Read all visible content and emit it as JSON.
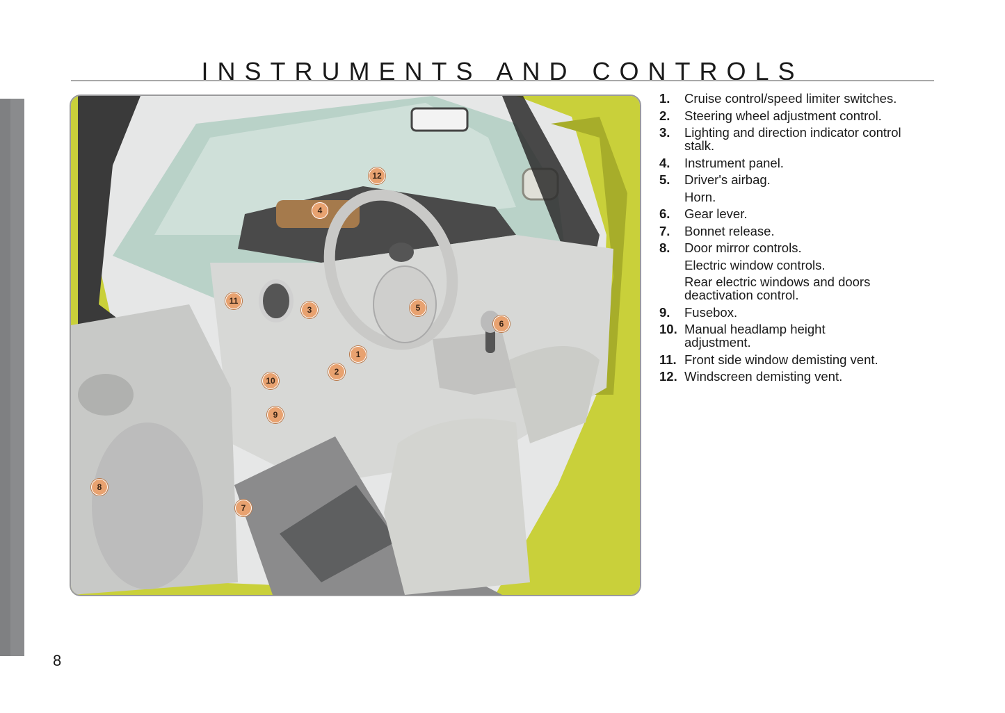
{
  "header": {
    "title": "INSTRUMENTS AND CONTROLS"
  },
  "page_number": "8",
  "figure": {
    "callouts": [
      "1",
      "2",
      "3",
      "4",
      "5",
      "6",
      "7",
      "8",
      "9",
      "10",
      "11",
      "12"
    ]
  },
  "items": [
    {
      "num": "1.",
      "lines": [
        "Cruise control/speed limiter switches."
      ]
    },
    {
      "num": "2.",
      "lines": [
        "Steering wheel adjustment control."
      ]
    },
    {
      "num": "3.",
      "lines": [
        "Lighting and direction indicator control stalk."
      ]
    },
    {
      "num": "4.",
      "lines": [
        "Instrument panel."
      ]
    },
    {
      "num": "5.",
      "lines": [
        "Driver's airbag.",
        "Horn."
      ]
    },
    {
      "num": "6.",
      "lines": [
        "Gear lever."
      ]
    },
    {
      "num": "7.",
      "lines": [
        "Bonnet release."
      ]
    },
    {
      "num": "8.",
      "lines": [
        "Door mirror controls.",
        "Electric window controls.",
        "Rear electric windows and doors deactivation control."
      ]
    },
    {
      "num": "9.",
      "lines": [
        "Fusebox."
      ]
    },
    {
      "num": "10.",
      "lines": [
        "Manual headlamp height adjustment."
      ]
    },
    {
      "num": "11.",
      "lines": [
        "Front side window demisting vent."
      ]
    },
    {
      "num": "12.",
      "lines": [
        "Windscreen demisting vent."
      ]
    }
  ],
  "colors": {
    "callout": "#e8a270",
    "body_paint": "#c8cf3a",
    "side_tab": "#8a8b8d"
  }
}
